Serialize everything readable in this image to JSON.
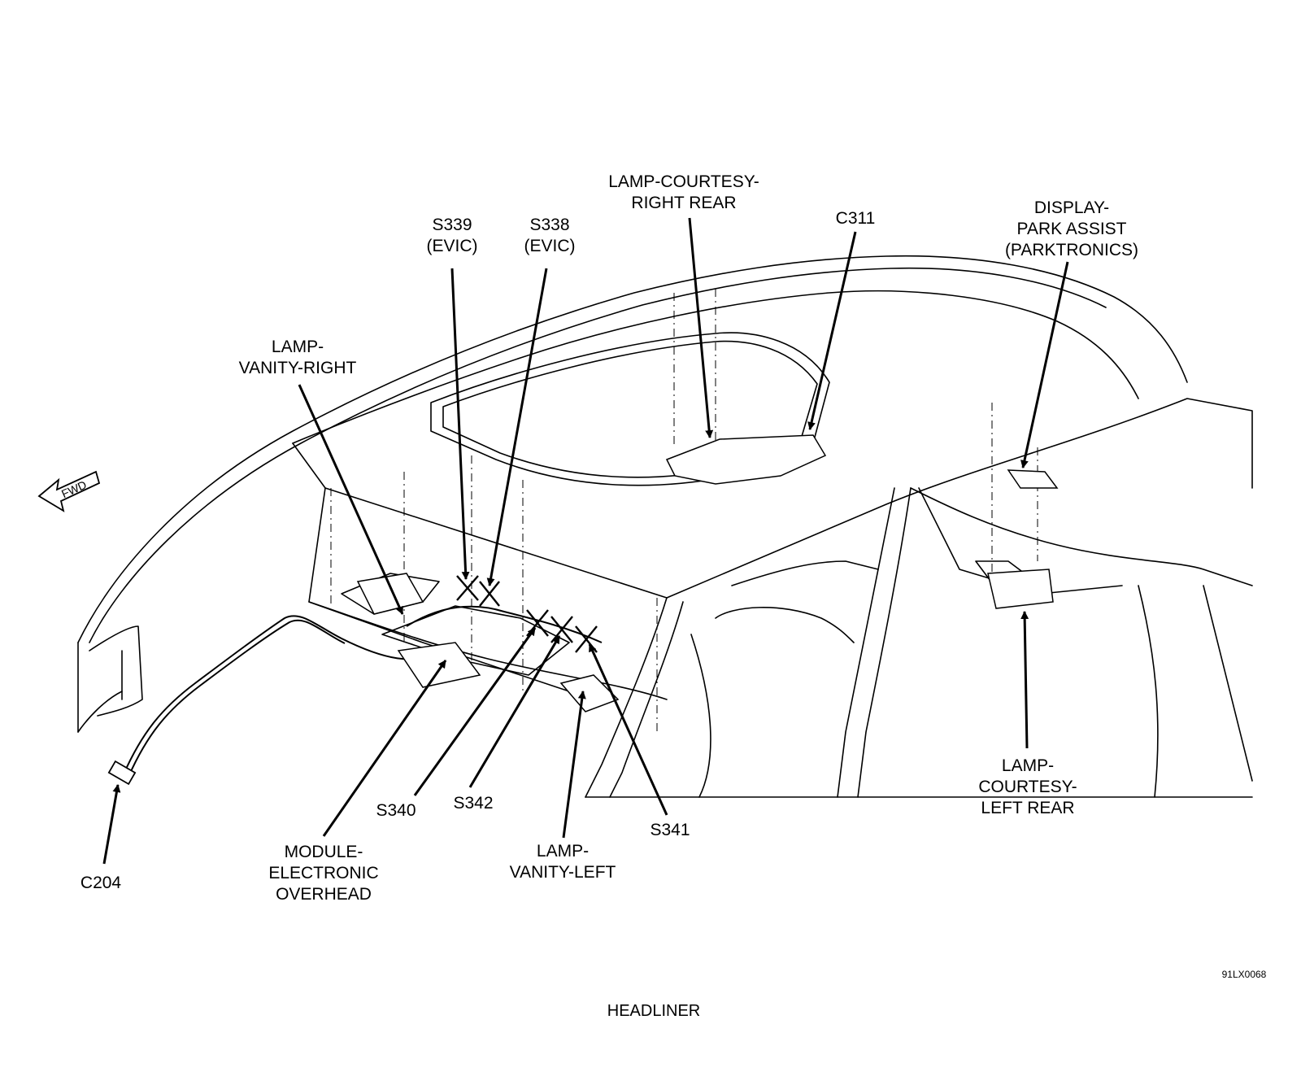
{
  "labels": {
    "lamp_courtesy_right_rear": [
      "LAMP-COURTESY-",
      "RIGHT REAR"
    ],
    "c311": [
      "C311"
    ],
    "display_park_assist": [
      "DISPLAY-",
      "PARK ASSIST",
      "(PARKTRONICS)"
    ],
    "s339": [
      "S339",
      "(EVIC)"
    ],
    "s338": [
      "S338",
      "(EVIC)"
    ],
    "lamp_vanity_right": [
      "LAMP-",
      "VANITY-RIGHT"
    ],
    "s340": [
      "S340"
    ],
    "s342": [
      "S342"
    ],
    "s341": [
      "S341"
    ],
    "lamp_vanity_left": [
      "LAMP-",
      "VANITY-LEFT"
    ],
    "module_electronic_overhead": [
      "MODULE-",
      "ELECTRONIC",
      "OVERHEAD"
    ],
    "c204": [
      "C204"
    ],
    "lamp_courtesy_left_rear": [
      "LAMP-",
      "COURTESY-",
      "LEFT REAR"
    ]
  },
  "fwd_text": "FWD",
  "figure_code": "91LX0068",
  "caption": "HEADLINER"
}
